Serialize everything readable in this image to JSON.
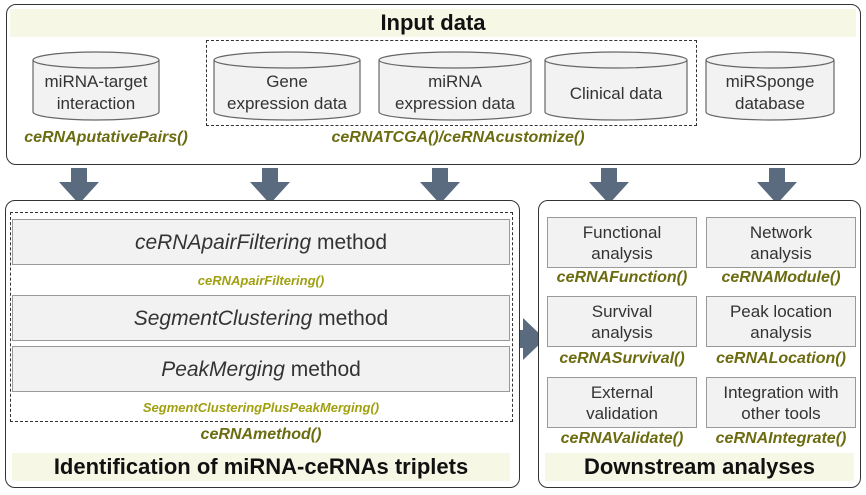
{
  "input_panel": {
    "title": "Input data",
    "sources": [
      {
        "line1": "miRNA-target",
        "line2": "interaction"
      },
      {
        "line1": "Gene",
        "line2": "expression data"
      },
      {
        "line1": "miRNA",
        "line2": "expression data"
      },
      {
        "line1": "Clinical data",
        "line2": ""
      },
      {
        "line1": "miRSponge",
        "line2": "database"
      }
    ],
    "func_putative": "ceRNAputativePairs()",
    "func_tcga": "ceRNATCGA()/ceRNAcustomize()"
  },
  "identification_panel": {
    "title": "Identification of miRNA-ceRNAs triplets",
    "methods": [
      {
        "name": "ceRNApairFiltering",
        "suffix": " method"
      },
      {
        "name": "SegmentClustering",
        "suffix": " method"
      },
      {
        "name": "PeakMerging",
        "suffix": " method"
      }
    ],
    "func_pairfiltering": "ceRNApairFiltering()",
    "func_segment_peak": "SegmentClusteringPlusPeakMerging()",
    "func_method": "ceRNAmethod()"
  },
  "downstream_panel": {
    "title": "Downstream analyses",
    "analyses": [
      {
        "line1": "Functional",
        "line2": "analysis",
        "func": "ceRNAFunction()"
      },
      {
        "line1": "Network",
        "line2": "analysis",
        "func": "ceRNAModule()"
      },
      {
        "line1": "Survival",
        "line2": "analysis",
        "func": "ceRNASurvival()"
      },
      {
        "line1": "Peak location",
        "line2": "analysis",
        "func": "ceRNALocation()"
      },
      {
        "line1": "External",
        "line2": "validation",
        "func": "ceRNAValidate()"
      },
      {
        "line1": "Integration with",
        "line2": "other tools",
        "func": "ceRNAIntegrate()"
      }
    ]
  },
  "colors": {
    "arrow": "#5a6b80",
    "function_text": "#6b6b10",
    "function_text_light": "#a0a010",
    "band": "#f7f7e6"
  }
}
